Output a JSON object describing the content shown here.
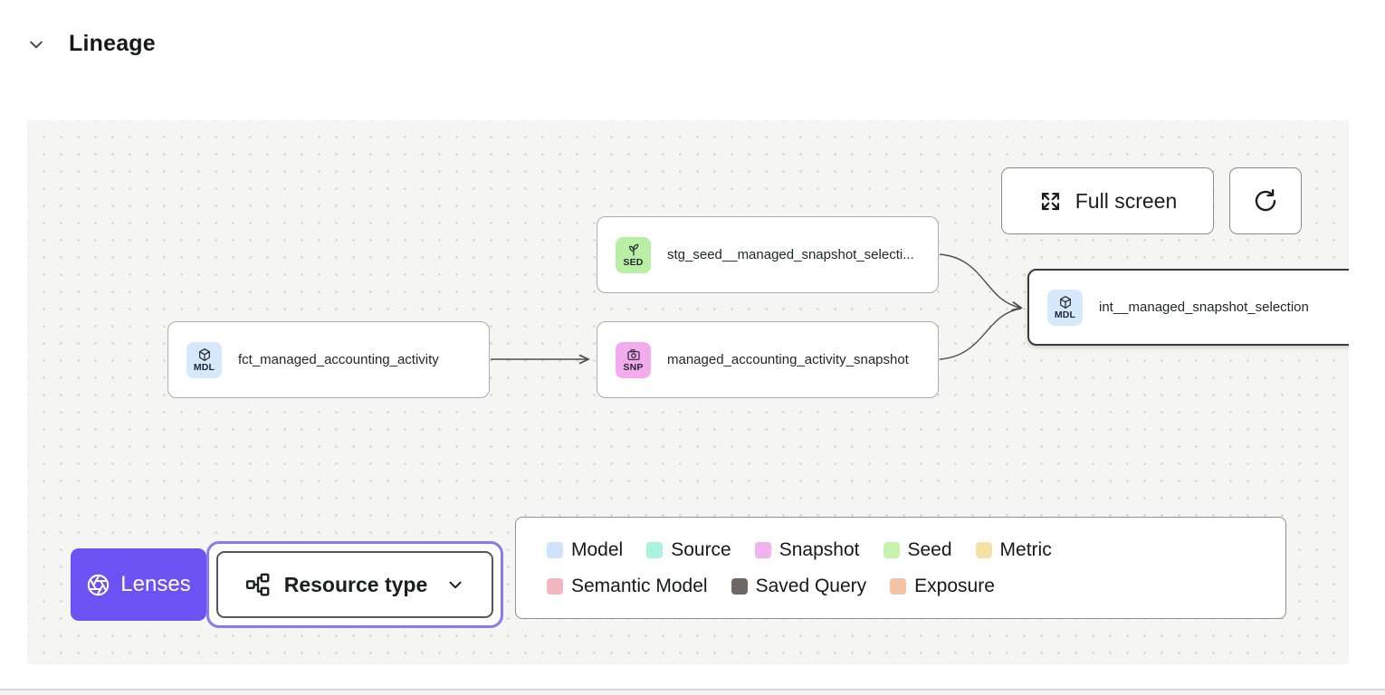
{
  "header": {
    "title": "Lineage"
  },
  "toolbar": {
    "full_screen_label": "Full screen"
  },
  "nodes": [
    {
      "id": "fct",
      "type": "model",
      "badge": "MDL",
      "label": "fct_managed_accounting_activity"
    },
    {
      "id": "sed",
      "type": "seed",
      "badge": "SED",
      "label": "stg_seed__managed_snapshot_selecti..."
    },
    {
      "id": "snp",
      "type": "snapshot",
      "badge": "SNP",
      "label": "managed_accounting_activity_snapshot"
    },
    {
      "id": "int",
      "type": "model",
      "badge": "MDL",
      "label": "int__managed_snapshot_selection",
      "selected": true
    }
  ],
  "lenses": {
    "label": "Lenses"
  },
  "resource_type": {
    "label": "Resource type"
  },
  "legend": {
    "rows": [
      [
        {
          "label": "Model",
          "color": "#cfe3fb"
        },
        {
          "label": "Source",
          "color": "#abf2e0"
        },
        {
          "label": "Snapshot",
          "color": "#f0b4ee"
        },
        {
          "label": "Seed",
          "color": "#c8f3ae"
        },
        {
          "label": "Metric",
          "color": "#f4e2a4"
        }
      ],
      [
        {
          "label": "Semantic Model",
          "color": "#f2b6c2"
        },
        {
          "label": "Saved Query",
          "color": "#6c6966"
        },
        {
          "label": "Exposure",
          "color": "#f5c2a4"
        }
      ]
    ]
  },
  "colors": {
    "accent_purple": "#6C52F2",
    "focus_ring": "#8a79f3",
    "model_badge": "#d6e9fc",
    "seed_badge": "#b9efa4",
    "snapshot_badge": "#f2abec",
    "edge": "#4f4f4f",
    "canvas_bg": "#f5f5f3"
  }
}
